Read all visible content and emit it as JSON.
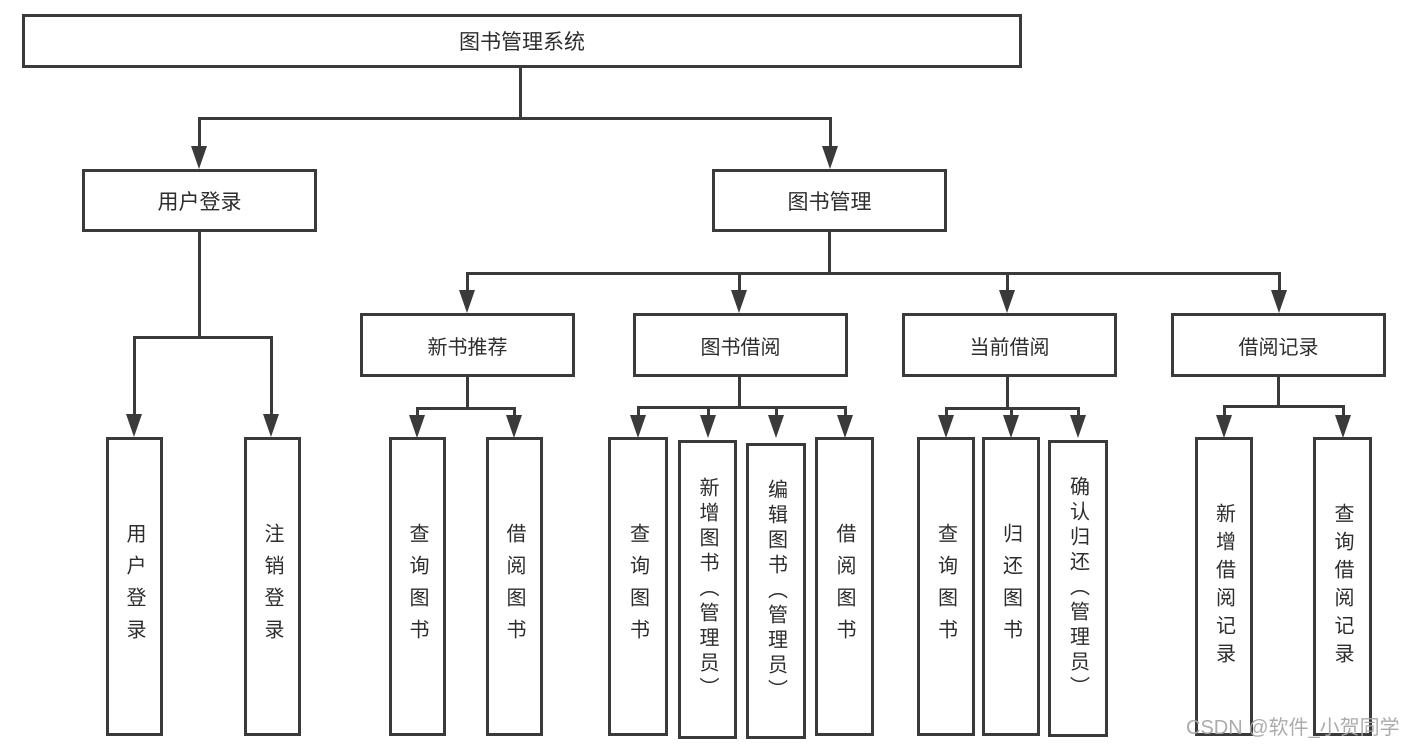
{
  "tree": {
    "label": "图书管理系统",
    "children": [
      {
        "label": "用户登录",
        "children": [
          {
            "label": "用户登录"
          },
          {
            "label": "注销登录"
          }
        ]
      },
      {
        "label": "图书管理",
        "children": [
          {
            "label": "新书推荐",
            "children": [
              {
                "label": "查询图书"
              },
              {
                "label": "借阅图书"
              }
            ]
          },
          {
            "label": "图书借阅",
            "children": [
              {
                "label": "查询图书"
              },
              {
                "label": "新增图书（管理员）"
              },
              {
                "label": "编辑图书（管理员）"
              },
              {
                "label": "借阅图书"
              }
            ]
          },
          {
            "label": "当前借阅",
            "children": [
              {
                "label": "查询图书"
              },
              {
                "label": "归还图书"
              },
              {
                "label": "确认归还（管理员）"
              }
            ]
          },
          {
            "label": "借阅记录",
            "children": [
              {
                "label": "新增借阅记录"
              },
              {
                "label": "查询借阅记录"
              }
            ]
          }
        ]
      }
    ]
  },
  "watermark": "CSDN @软件_小贺同学",
  "colors": {
    "line": "#3a3a3a",
    "text": "#2d2d2d",
    "background": "#ffffff",
    "watermark": "#a8a8a8"
  }
}
